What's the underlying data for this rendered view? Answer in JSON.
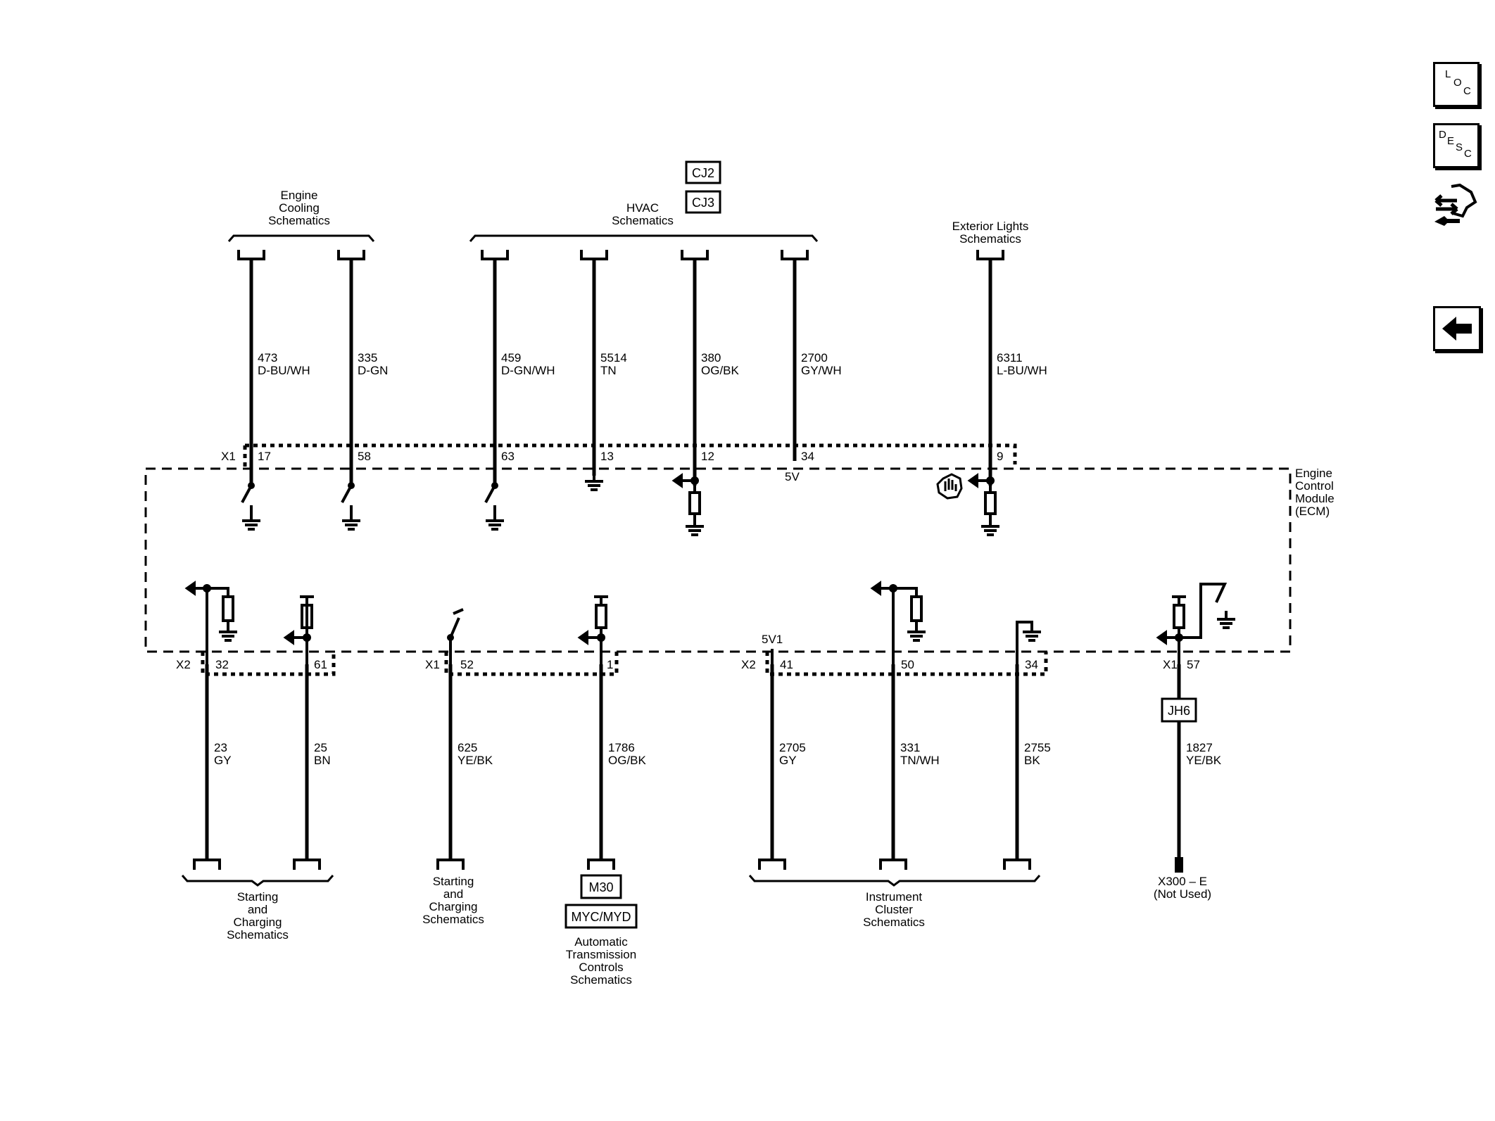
{
  "nav": {
    "loc": {
      "l1": "L",
      "l2": "O",
      "l3": "C"
    },
    "desc": {
      "l1": "D",
      "l2": "E",
      "l3": "S",
      "l4": "C"
    }
  },
  "labels": {
    "engine_cooling": [
      "Engine",
      "Cooling",
      "Schematics"
    ],
    "hvac": [
      "HVAC",
      "Schematics"
    ],
    "exterior_lights": [
      "Exterior Lights",
      "Schematics"
    ],
    "ecm": [
      "Engine",
      "Control",
      "Module",
      "(ECM)"
    ],
    "starting_charging_left": [
      "Starting",
      "and",
      "Charging",
      "Schematics"
    ],
    "starting_charging_mid": [
      "Starting",
      "and",
      "Charging",
      "Schematics"
    ],
    "auto_trans": [
      "Automatic",
      "Transmission",
      "Controls",
      "Schematics"
    ],
    "instrument_cluster": [
      "Instrument",
      "Cluster",
      "Schematics"
    ],
    "x300": [
      "X300 – E",
      "(Not Used)"
    ]
  },
  "connector_ids": {
    "cj2": "CJ2",
    "cj3": "CJ3",
    "m30": "M30",
    "myc": "MYC/MYD",
    "jh6": "JH6"
  },
  "connectors": {
    "x1_top": "X1",
    "x2_left": "X2",
    "x1_mid": "X1",
    "x2_right": "X2",
    "x1_right": "X1",
    "five_v": "5V",
    "five_v1": "5V1"
  },
  "top_wires": [
    {
      "circuit": "473",
      "color": "D-BU/WH",
      "pin": "17"
    },
    {
      "circuit": "335",
      "color": "D-GN",
      "pin": "58"
    },
    {
      "circuit": "459",
      "color": "D-GN/WH",
      "pin": "63"
    },
    {
      "circuit": "5514",
      "color": "TN",
      "pin": "13"
    },
    {
      "circuit": "380",
      "color": "OG/BK",
      "pin": "12"
    },
    {
      "circuit": "2700",
      "color": "GY/WH",
      "pin": "34"
    },
    {
      "circuit": "6311",
      "color": "L-BU/WH",
      "pin": "9"
    }
  ],
  "bottom_wires": [
    {
      "circuit": "23",
      "color": "GY",
      "pin": "32"
    },
    {
      "circuit": "25",
      "color": "BN",
      "pin": "61"
    },
    {
      "circuit": "625",
      "color": "YE/BK",
      "pin": "52"
    },
    {
      "circuit": "1786",
      "color": "OG/BK",
      "pin": "1"
    },
    {
      "circuit": "2705",
      "color": "GY",
      "pin": "41"
    },
    {
      "circuit": "331",
      "color": "TN/WH",
      "pin": "50"
    },
    {
      "circuit": "2755",
      "color": "BK",
      "pin": "34"
    },
    {
      "circuit": "1827",
      "color": "YE/BK",
      "pin": "57"
    }
  ]
}
